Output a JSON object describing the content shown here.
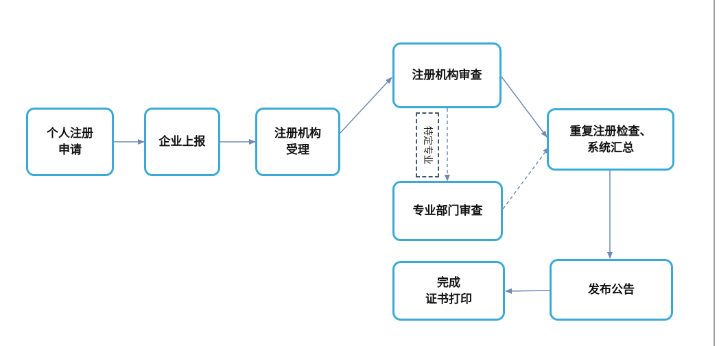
{
  "colors": {
    "box_border": "#3aa9d6",
    "arrow": "#6f8ab5",
    "dashed_tag_border": "#44546a"
  },
  "nodes": {
    "personal_apply": {
      "lines": [
        "个人注册",
        "申请"
      ]
    },
    "company_report": {
      "lines": [
        "企业上报"
      ]
    },
    "org_accept": {
      "lines": [
        "注册机构",
        "受理"
      ]
    },
    "org_review": {
      "lines": [
        "注册机构审查"
      ]
    },
    "dept_review": {
      "lines": [
        "专业部门审查"
      ]
    },
    "duplicate_check": {
      "lines": [
        "重复注册检查、",
        "系统汇总"
      ]
    },
    "publish": {
      "lines": [
        "发布公告"
      ]
    },
    "complete_print": {
      "lines": [
        "完成",
        "证书打印"
      ]
    }
  },
  "tag": {
    "label": "特定专业"
  }
}
